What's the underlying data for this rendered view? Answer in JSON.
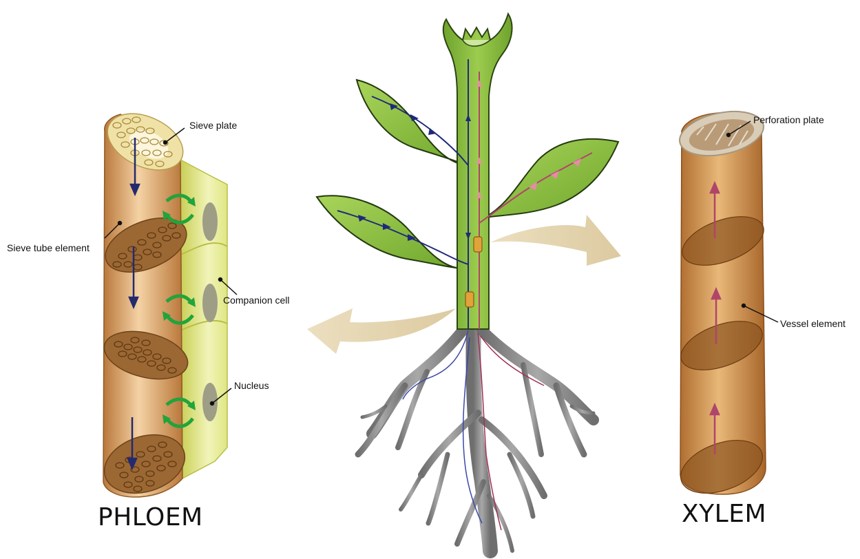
{
  "labels": {
    "sieve_plate": "Sieve plate",
    "sieve_tube_element": "Sieve tube element",
    "companion_cell": "Companion cell",
    "nucleus": "Nucleus",
    "perforation_plate": "Perforation plate",
    "vessel_element": "Vessel element"
  },
  "titles": {
    "phloem": "PHLOEM",
    "xylem": "XYLEM"
  },
  "colors": {
    "phloem_flow": "#232a6e",
    "xylem_flow": "#b0456a",
    "leaf_green": "#8cc63f",
    "stem_green": "#7fb53a",
    "root_gray": "#8c8c8c",
    "tube_brown": "#c98a45",
    "companion_yellow": "#e9ef9a",
    "exchange_arrow": "#22a33c",
    "big_arrow": "#e8d9b5"
  }
}
